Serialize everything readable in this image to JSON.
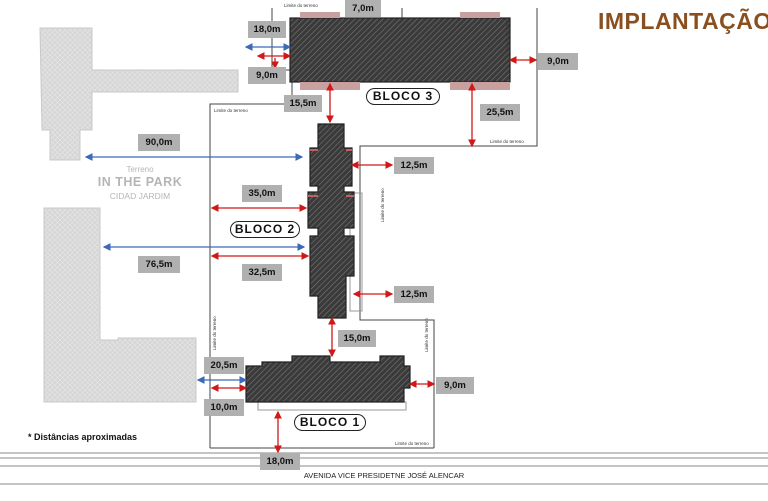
{
  "title": "IMPLANTAÇÃO",
  "note": "* Distâncias aproximadas",
  "street": "AVENIDA VICE PRESIDETNE JOSÉ ALENCAR",
  "neighbor": {
    "label": "Terreno",
    "name": "IN THE PARK",
    "sub": "CIDAD JARDIM"
  },
  "blocks": {
    "b1": "BLOCO 1",
    "b2": "BLOCO 2",
    "b3": "BLOCO 3"
  },
  "boundary_label": "Limite do terreno",
  "dimensions": {
    "d_7_0": "7,0m",
    "d_18_0_top": "18,0m",
    "d_9_0_left": "9,0m",
    "d_9_0_right": "9,0m",
    "d_15_5": "15,5m",
    "d_25_5": "25,5m",
    "d_90_0": "90,0m",
    "d_12_5_top": "12,5m",
    "d_35_0": "35,0m",
    "d_76_5": "76,5m",
    "d_32_5": "32,5m",
    "d_12_5_bottom": "12,5m",
    "d_15_0": "15,0m",
    "d_20_5": "20,5m",
    "d_9_0_b1": "9,0m",
    "d_10_0": "10,0m",
    "d_18_0_bottom": "18,0m"
  },
  "colors": {
    "title": "#8a4f1e",
    "arrow_red": "#d01818",
    "arrow_blue": "#3a6ab8",
    "dim_box": "#b0b0b0",
    "hatch": "#555555"
  }
}
